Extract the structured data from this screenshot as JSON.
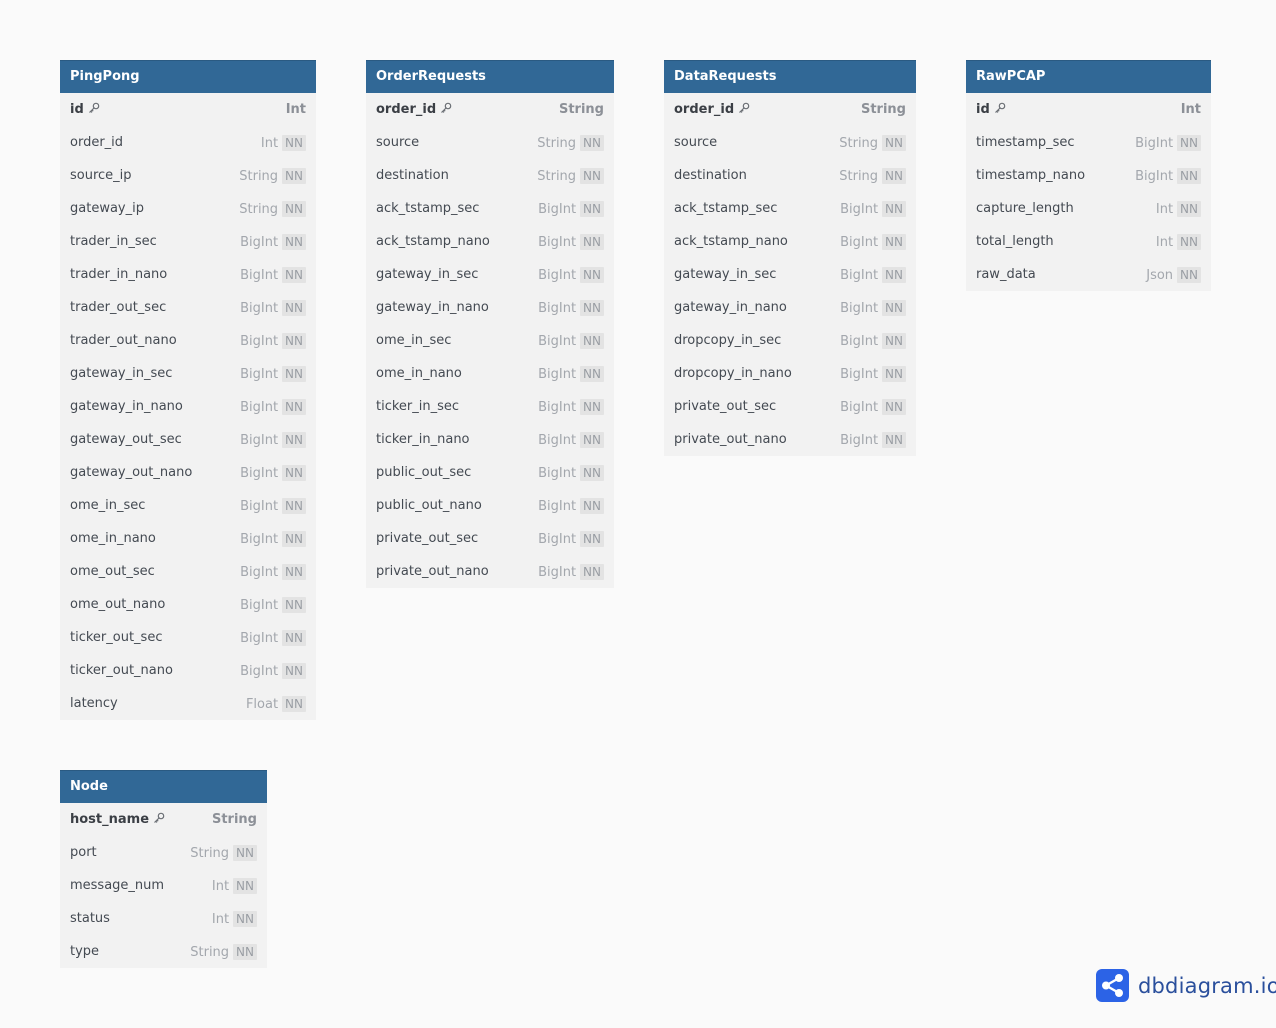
{
  "tables": [
    {
      "name": "PingPong",
      "columns": [
        {
          "name": "id",
          "type": "Int",
          "pk": true
        },
        {
          "name": "order_id",
          "type": "Int",
          "nn": "NN"
        },
        {
          "name": "source_ip",
          "type": "String",
          "nn": "NN"
        },
        {
          "name": "gateway_ip",
          "type": "String",
          "nn": "NN"
        },
        {
          "name": "trader_in_sec",
          "type": "BigInt",
          "nn": "NN"
        },
        {
          "name": "trader_in_nano",
          "type": "BigInt",
          "nn": "NN"
        },
        {
          "name": "trader_out_sec",
          "type": "BigInt",
          "nn": "NN"
        },
        {
          "name": "trader_out_nano",
          "type": "BigInt",
          "nn": "NN"
        },
        {
          "name": "gateway_in_sec",
          "type": "BigInt",
          "nn": "NN"
        },
        {
          "name": "gateway_in_nano",
          "type": "BigInt",
          "nn": "NN"
        },
        {
          "name": "gateway_out_sec",
          "type": "BigInt",
          "nn": "NN"
        },
        {
          "name": "gateway_out_nano",
          "type": "BigInt",
          "nn": "NN"
        },
        {
          "name": "ome_in_sec",
          "type": "BigInt",
          "nn": "NN"
        },
        {
          "name": "ome_in_nano",
          "type": "BigInt",
          "nn": "NN"
        },
        {
          "name": "ome_out_sec",
          "type": "BigInt",
          "nn": "NN"
        },
        {
          "name": "ome_out_nano",
          "type": "BigInt",
          "nn": "NN"
        },
        {
          "name": "ticker_out_sec",
          "type": "BigInt",
          "nn": "NN"
        },
        {
          "name": "ticker_out_nano",
          "type": "BigInt",
          "nn": "NN"
        },
        {
          "name": "latency",
          "type": "Float",
          "nn": "NN"
        }
      ]
    },
    {
      "name": "OrderRequests",
      "columns": [
        {
          "name": "order_id",
          "type": "String",
          "pk": true
        },
        {
          "name": "source",
          "type": "String",
          "nn": "NN"
        },
        {
          "name": "destination",
          "type": "String",
          "nn": "NN"
        },
        {
          "name": "ack_tstamp_sec",
          "type": "BigInt",
          "nn": "NN"
        },
        {
          "name": "ack_tstamp_nano",
          "type": "BigInt",
          "nn": "NN"
        },
        {
          "name": "gateway_in_sec",
          "type": "BigInt",
          "nn": "NN"
        },
        {
          "name": "gateway_in_nano",
          "type": "BigInt",
          "nn": "NN"
        },
        {
          "name": "ome_in_sec",
          "type": "BigInt",
          "nn": "NN"
        },
        {
          "name": "ome_in_nano",
          "type": "BigInt",
          "nn": "NN"
        },
        {
          "name": "ticker_in_sec",
          "type": "BigInt",
          "nn": "NN"
        },
        {
          "name": "ticker_in_nano",
          "type": "BigInt",
          "nn": "NN"
        },
        {
          "name": "public_out_sec",
          "type": "BigInt",
          "nn": "NN"
        },
        {
          "name": "public_out_nano",
          "type": "BigInt",
          "nn": "NN"
        },
        {
          "name": "private_out_sec",
          "type": "BigInt",
          "nn": "NN"
        },
        {
          "name": "private_out_nano",
          "type": "BigInt",
          "nn": "NN"
        }
      ]
    },
    {
      "name": "DataRequests",
      "columns": [
        {
          "name": "order_id",
          "type": "String",
          "pk": true
        },
        {
          "name": "source",
          "type": "String",
          "nn": "NN"
        },
        {
          "name": "destination",
          "type": "String",
          "nn": "NN"
        },
        {
          "name": "ack_tstamp_sec",
          "type": "BigInt",
          "nn": "NN"
        },
        {
          "name": "ack_tstamp_nano",
          "type": "BigInt",
          "nn": "NN"
        },
        {
          "name": "gateway_in_sec",
          "type": "BigInt",
          "nn": "NN"
        },
        {
          "name": "gateway_in_nano",
          "type": "BigInt",
          "nn": "NN"
        },
        {
          "name": "dropcopy_in_sec",
          "type": "BigInt",
          "nn": "NN"
        },
        {
          "name": "dropcopy_in_nano",
          "type": "BigInt",
          "nn": "NN"
        },
        {
          "name": "private_out_sec",
          "type": "BigInt",
          "nn": "NN"
        },
        {
          "name": "private_out_nano",
          "type": "BigInt",
          "nn": "NN"
        }
      ]
    },
    {
      "name": "RawPCAP",
      "columns": [
        {
          "name": "id",
          "type": "Int",
          "pk": true
        },
        {
          "name": "timestamp_sec",
          "type": "BigInt",
          "nn": "NN"
        },
        {
          "name": "timestamp_nano",
          "type": "BigInt",
          "nn": "NN"
        },
        {
          "name": "capture_length",
          "type": "Int",
          "nn": "NN"
        },
        {
          "name": "total_length",
          "type": "Int",
          "nn": "NN"
        },
        {
          "name": "raw_data",
          "type": "Json",
          "nn": "NN"
        }
      ]
    },
    {
      "name": "Node",
      "columns": [
        {
          "name": "host_name",
          "type": "String",
          "pk": true
        },
        {
          "name": "port",
          "type": "String",
          "nn": "NN"
        },
        {
          "name": "message_num",
          "type": "Int",
          "nn": "NN"
        },
        {
          "name": "status",
          "type": "Int",
          "nn": "NN"
        },
        {
          "name": "type",
          "type": "String",
          "nn": "NN"
        }
      ]
    }
  ],
  "logo": {
    "text": "dbdiagram.io",
    "icon": "share-icon",
    "color": "#2a4f9c"
  },
  "colors": {
    "header": "#316896",
    "table_bg": "#f2f2f2",
    "canvas_bg": "#fafafa"
  }
}
